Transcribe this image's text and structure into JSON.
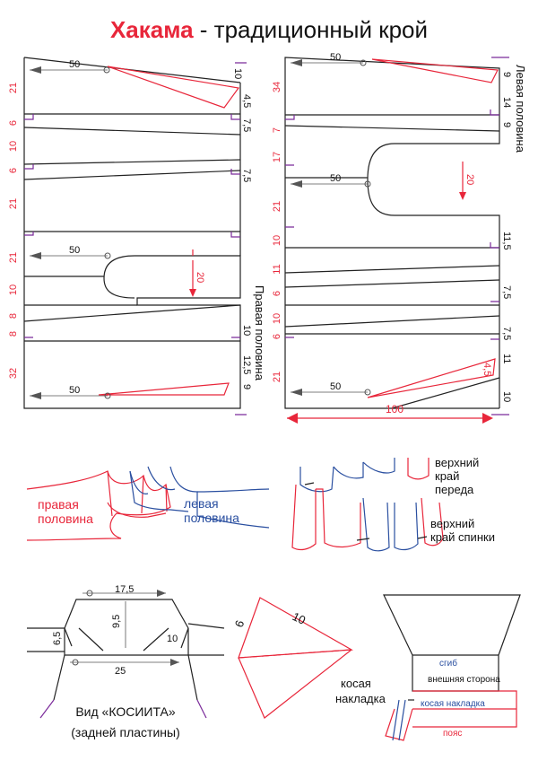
{
  "title": {
    "main": "Хакама",
    "rest": " - традиционный крой"
  },
  "right_half": {
    "label": "Правая половина",
    "left_dims": [
      "21",
      "6",
      "10",
      "6",
      "21",
      "21",
      "10",
      "8",
      "8",
      "32"
    ],
    "right_dims": [
      "10",
      "4,5",
      "7,5",
      "7,5",
      "20",
      "10",
      "12,5",
      "9"
    ],
    "arrow_dims": [
      "50",
      "50",
      "50"
    ]
  },
  "left_half": {
    "label": "Левая половина",
    "left_dims": [
      "34",
      "7",
      "17",
      "21",
      "10",
      "11",
      "6",
      "10",
      "6",
      "21"
    ],
    "right_dims": [
      "9",
      "14",
      "9",
      "20",
      "11,5",
      "7,5",
      "7,5",
      "11",
      "4,5",
      "10"
    ],
    "arrow_dims": [
      "50",
      "50",
      "50"
    ],
    "bottom_dim": "100"
  },
  "fold_left": {
    "right_label": "правая половина",
    "left_label": "левая половина"
  },
  "fold_right": {
    "top_label": "верхний край переда",
    "bottom_label": "верхний край спинки"
  },
  "koshita": {
    "dims": [
      "17,5",
      "9,5",
      "6,5",
      "10",
      "25"
    ],
    "caption_line1": "Вид «КОСИИТА»",
    "caption_line2": "(задней пластины)"
  },
  "patch": {
    "dims": [
      "10",
      "6"
    ],
    "label": "косая накладка"
  },
  "panel": {
    "fold": "сгиб",
    "outside": "внешняя сторона",
    "patch": "косая накладка",
    "belt": "пояс"
  },
  "colors": {
    "accent": "#e8263a",
    "blue": "#2a4fa0",
    "purple": "#7a2a9a",
    "line": "#222222"
  }
}
